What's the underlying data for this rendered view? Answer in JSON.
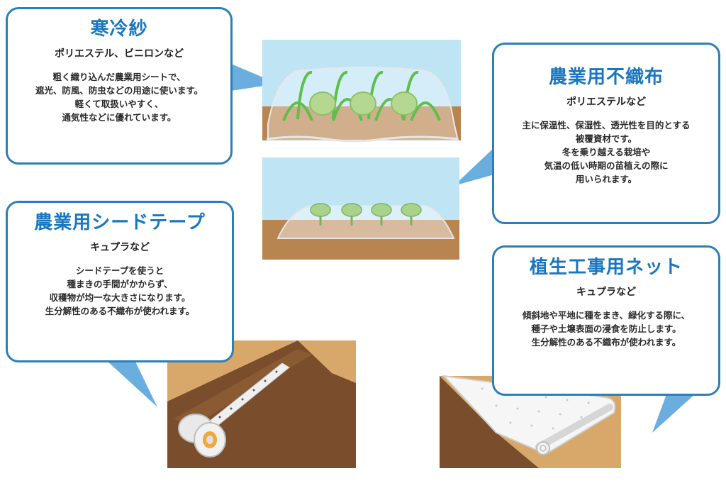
{
  "cards": {
    "kanreisha": {
      "title": "寒冷紗",
      "subtitle": "ポリエステル、ビニロンなど",
      "lines": [
        "粗く織り込んだ農業用シートで、",
        "遮光、防風、防虫などの用途に使います。",
        "軽くて取扱いやすく、",
        "通気性などに優れています。"
      ]
    },
    "fushokufu": {
      "title": "農業用不織布",
      "subtitle": "ポリエステルなど",
      "lines": [
        "主に保温性、保湿性、透光性を目的とする",
        "被覆資材です。",
        "冬を乗り越える栽培や",
        "気温の低い時期の苗植えの際に",
        "用いられます。"
      ]
    },
    "seedtape": {
      "title": "農業用シードテープ",
      "subtitle": "キュプラなど",
      "lines": [
        "シードテープを使うと",
        "種まきの手間がかからず、",
        "収穫物が均一な大きさになります。",
        "生分解性のある不織布が使われます。"
      ]
    },
    "net": {
      "title": "植生工事用ネット",
      "subtitle": "キュプラなど",
      "lines": [
        "傾斜地や平地に種をまき、緑化する際に、",
        "種子や土壌表面の浸食を防止します。",
        "生分解性のある不織布が使われます。"
      ]
    }
  },
  "colors": {
    "accent": "#1a77bf",
    "border": "#2d7fb8",
    "pointer": "#6aaee0",
    "sky": "#bfe4f4",
    "soil": "#b8844f",
    "soil_dark": "#8a5a33",
    "ground": "#d7a86a",
    "slope": "#7a4e2c",
    "plant": "#a9d38a",
    "hoop": "#5cc04a"
  }
}
